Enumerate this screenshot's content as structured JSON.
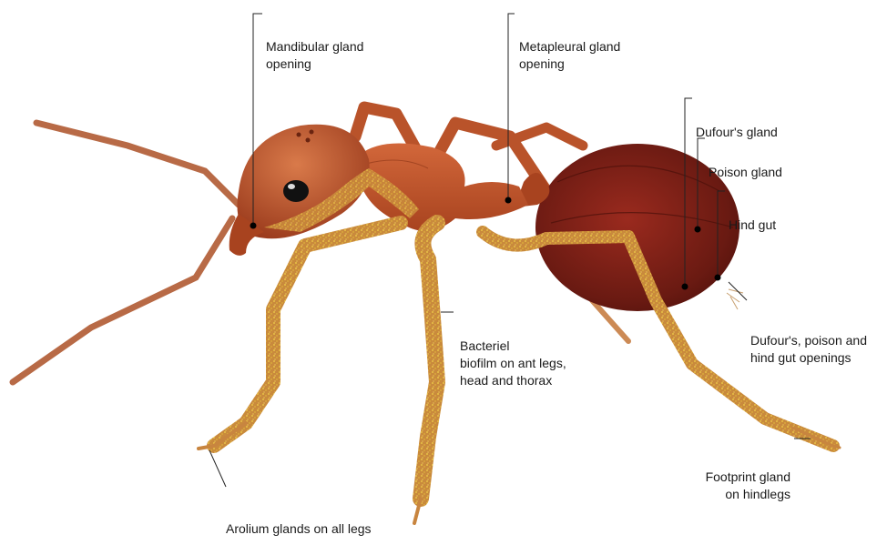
{
  "labels": {
    "mandibular": [
      "Mandibular gland",
      "opening"
    ],
    "metapleural": [
      "Metapleural gland",
      "opening"
    ],
    "dufours": [
      "Dufour's gland"
    ],
    "poison": [
      "Poison gland"
    ],
    "hindgut": [
      "Hind gut"
    ],
    "openings": [
      "Dufour's, poison and",
      "hind gut openings"
    ],
    "biofilm": [
      "Bacteriel",
      "biofilm on ant legs,",
      "head and thorax"
    ],
    "footprint": [
      "Footprint gland",
      "on hindlegs"
    ],
    "arolium": [
      "Arolium glands on all legs"
    ]
  },
  "colors": {
    "head": "#b04a25",
    "thorax": "#c0522a",
    "gaster": "#6b1a12",
    "leg": "#c86a3a",
    "biofilm": "#d9b23a",
    "eye": "#111111",
    "line": "#222222"
  }
}
